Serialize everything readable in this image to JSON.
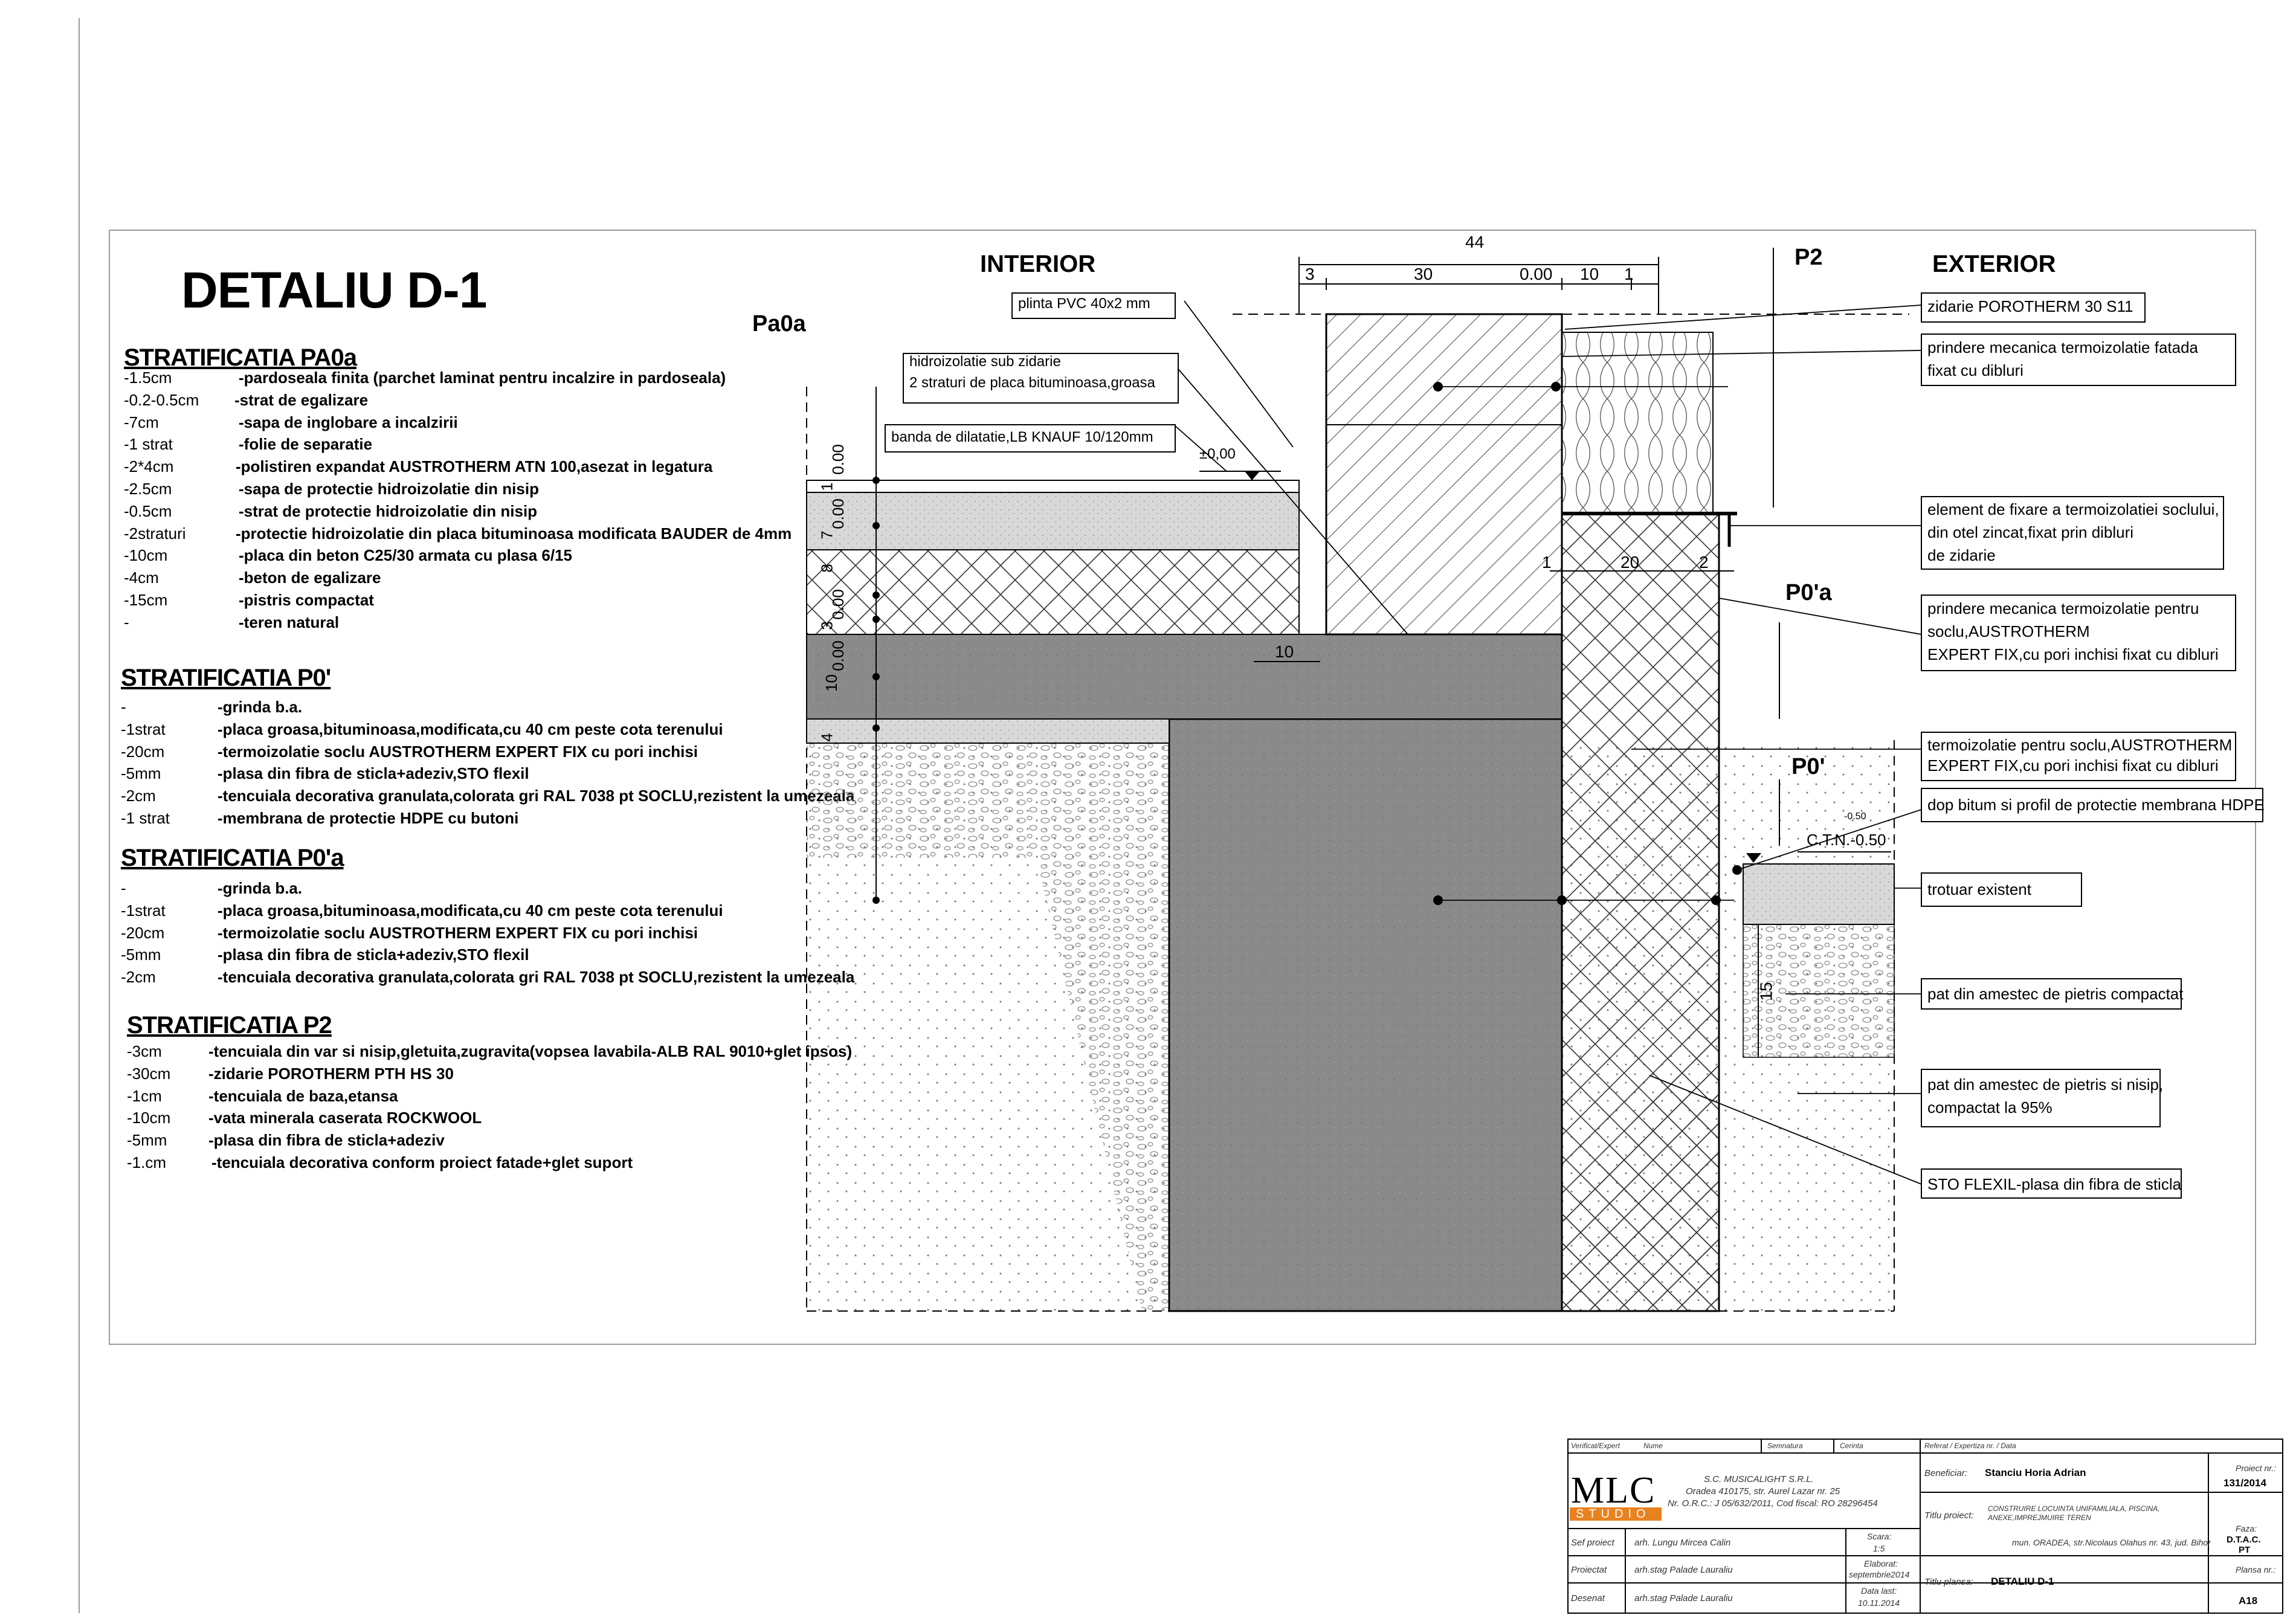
{
  "title": "DETALIU D-1",
  "sections": {
    "pa0a": {
      "heading": "STRATIFICATIA PA0a",
      "rows": [
        {
          "t": "-1.5cm",
          "d": "-pardoseala finita (parchet laminat pentru incalzire in pardoseala)"
        },
        {
          "t": "-0.2-0.5cm",
          "d": "-strat de egalizare"
        },
        {
          "t": "-7cm",
          "d": "-sapa de inglobare a incalzirii"
        },
        {
          "t": "-1 strat",
          "d": "-folie de separatie"
        },
        {
          "t": "-2*4cm",
          "d": "-polistiren expandat AUSTROTHERM ATN 100,asezat in legatura"
        },
        {
          "t": "-2.5cm",
          "d": "-sapa de protectie hidroizolatie din nisip"
        },
        {
          "t": "-0.5cm",
          "d": "-strat de protectie hidroizolatie din nisip"
        },
        {
          "t": "-2straturi",
          "d": "-protectie hidroizolatie din placa bituminoasa modificata BAUDER de 4mm"
        },
        {
          "t": "-10cm",
          "d": "-placa din beton C25/30 armata cu plasa 6/15"
        },
        {
          "t": "-4cm",
          "d": "-beton de egalizare"
        },
        {
          "t": "-15cm",
          "d": "-pistris compactat"
        },
        {
          "t": "-",
          "d": "-teren natural"
        }
      ]
    },
    "p0": {
      "heading": "STRATIFICATIA P0'",
      "rows": [
        {
          "t": "-",
          "d": "-grinda b.a."
        },
        {
          "t": "-1strat",
          "d": "-placa groasa,bituminoasa,modificata,cu 40 cm peste cota terenului"
        },
        {
          "t": "-20cm",
          "d": "-termoizolatie soclu AUSTROTHERM EXPERT FIX cu pori inchisi"
        },
        {
          "t": "-5mm",
          "d": "-plasa din fibra de sticla+adeziv,STO flexil"
        },
        {
          "t": "-2cm",
          "d": "-tencuiala decorativa granulata,colorata gri RAL 7038 pt SOCLU,rezistent la umezeala"
        },
        {
          "t": "-1 strat",
          "d": "-membrana de protectie HDPE cu butoni"
        }
      ]
    },
    "p0a": {
      "heading": "STRATIFICATIA P0'a",
      "rows": [
        {
          "t": "-",
          "d": "-grinda b.a."
        },
        {
          "t": "-1strat",
          "d": "-placa groasa,bituminoasa,modificata,cu 40 cm peste cota terenului"
        },
        {
          "t": "-20cm",
          "d": "-termoizolatie soclu AUSTROTHERM EXPERT FIX cu pori inchisi"
        },
        {
          "t": "-5mm",
          "d": "-plasa din fibra de sticla+adeziv,STO flexil"
        },
        {
          "t": "-2cm",
          "d": "-tencuiala decorativa granulata,colorata gri RAL 7038 pt SOCLU,rezistent la umezeala"
        }
      ]
    },
    "p2": {
      "heading": "STRATIFICATIA P2",
      "rows": [
        {
          "t": "-3cm",
          "d": "-tencuiala din var si nisip,gletuita,zugravita(vopsea lavabila-ALB RAL 9010+glet ipsos)"
        },
        {
          "t": "-30cm",
          "d": "-zidarie POROTHERM PTH HS 30"
        },
        {
          "t": "-1cm",
          "d": "-tencuiala de baza,etansa"
        },
        {
          "t": "-10cm",
          "d": "-vata minerala caserata ROCKWOOL"
        },
        {
          "t": "-5mm",
          "d": "-plasa din fibra de sticla+adeziv"
        },
        {
          "t": "-1.cm",
          "d": "-tencuiala decorativa conform proiect fatade+glet suport"
        }
      ]
    }
  },
  "drawing": {
    "interior": "INTERIOR",
    "exterior": "EXTERIOR",
    "pa0a": "Pa0a",
    "p2": "P2",
    "p0a": "P0'a",
    "p0": "P0'",
    "dims_top": {
      "total": "44",
      "d1": "3",
      "d2": "30",
      "d3": "0.00",
      "d4": "10",
      "d5": "1"
    },
    "dims_mid": {
      "a": "1",
      "b": "20",
      "c": "2"
    },
    "dim_10": "10",
    "dim_15": "15",
    "level_000": "±0,00",
    "level_ctn_top": "-0.50",
    "level_ctn": "C.T.N.-0.50",
    "left_dims": [
      "0.00",
      "1",
      "0.00",
      "7",
      "8",
      "0.00",
      "3",
      "0.00",
      "10",
      "4"
    ],
    "callouts": {
      "plinta": "plinta PVC 40x2 mm",
      "hidro1": "hidroizolatie sub zidarie",
      "hidro2": "2 straturi de placa bituminoasa,groasa",
      "banda": "banda de dilatatie,LB KNAUF 10/120mm",
      "zidarie": "zidarie POROTHERM 30 S11",
      "prindere1a": "prindere mecanica termoizolatie fatada",
      "prindere1b": "fixat cu dibluri",
      "element1": "element de fixare a termoizolatiei soclului,",
      "element2": "din otel zincat,fixat prin dibluri",
      "element3": "de zidarie",
      "prindere2a": "prindere mecanica termoizolatie pentru",
      "prindere2b": "soclu,AUSTROTHERM",
      "prindere2c": "EXPERT FIX,cu pori inchisi fixat cu dibluri",
      "termo1": "termoizolatie pentru soclu,AUSTROTHERM",
      "termo2": "EXPERT FIX,cu pori inchisi fixat cu dibluri",
      "dop": "dop bitum si profil de protectie membrana HDPE",
      "trotuar": "trotuar existent",
      "pat1": "pat din amestec de pietris compactat",
      "pat2a": "pat din amestec de pietris si nisip,",
      "pat2b": "compactat la 95%",
      "sto": "STO FLEXIL-plasa din fibra de sticla"
    }
  },
  "titleblock": {
    "verificat": "Verificat/Expert",
    "nume": "Nume",
    "semnatura": "Semnatura",
    "cerinta": "Cerinta",
    "referat": "Referat / Expertiza nr. / Data",
    "logo_main": "MLC",
    "logo_sub": "STUDIO",
    "company1": "S.C. MUSICALIGHT S.R.L.",
    "company2": "Oradea 410175, str. Aurel Lazar nr. 25",
    "company3": "Nr. O.R.C.: J 05/632/2011, Cod fiscal: RO 28296454",
    "beneficiar_lbl": "Beneficiar:",
    "beneficiar": "Stanciu Horia Adrian",
    "proiect_nr_lbl": "Proiect nr.:",
    "proiect_nr": "131/2014",
    "sef_lbl": "Sef proiect",
    "sef": "arh. Lungu Mircea Calin",
    "scara_lbl": "Scara:",
    "scara": "1:5",
    "titlu_lbl": "Titlu proiect:",
    "titlu1": "CONSTRUIRE LOCUINTA UNIFAMILIALA, PISCINA,",
    "titlu2": "ANEXE,IMPREJMUIRE TEREN",
    "titlu3": "mun. ORADEA, str.Nicolaus Olahus nr. 43, jud. Bihor",
    "faza_lbl": "Faza:",
    "faza1": "D.T.A.C.",
    "faza2": "PT",
    "proiectat_lbl": "Proiectat",
    "proiectat": "arh.stag Palade Lauraliu",
    "elaborat_lbl": "Elaborat:",
    "elaborat": "septembrie2014",
    "plansa_lbl": "Titlu plansa:",
    "plansa": "DETALIU D-1",
    "desenat_lbl": "Desenat",
    "desenat": "arh.stag Palade Lauraliu",
    "data_lbl": "Data last:",
    "data": "10.11.2014",
    "plansa_nr_lbl": "Plansa nr.:",
    "plansa_nr": "A18"
  }
}
